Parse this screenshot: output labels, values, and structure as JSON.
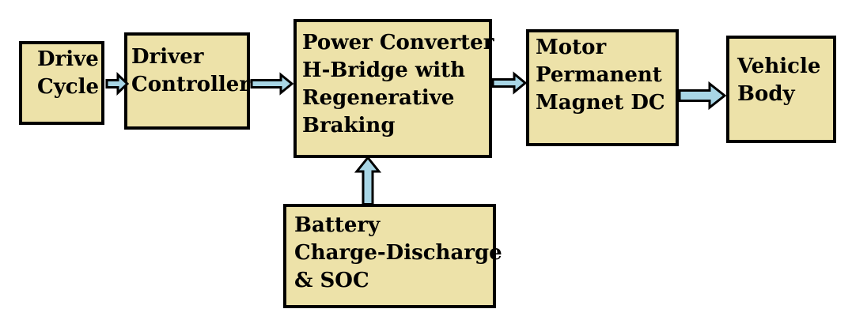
{
  "diagram": {
    "description": "Block diagram of an electric vehicle powertrain with regenerative braking",
    "colors": {
      "background": "#FFFFFF",
      "box_fill": "#EDE2A9",
      "box_border": "#000000",
      "arrow_fill": "#A8D6E6",
      "arrow_outline": "#000000",
      "text": "#000000"
    },
    "blocks": [
      {
        "name": "drive-cycle",
        "label": "Drive Cycle",
        "lines": [
          "Drive",
          "Cycle"
        ]
      },
      {
        "name": "driver-controller",
        "label": "Driver Controller",
        "lines": [
          "Driver",
          "Controller"
        ]
      },
      {
        "name": "power-converter",
        "label": "Power Converter H-Bridge with Regenerative Braking",
        "lines": [
          "Power Converter",
          "H-Bridge with",
          "Regenerative",
          "Braking"
        ]
      },
      {
        "name": "motor",
        "label": "Motor Permanent Magnet DC",
        "lines": [
          "Motor",
          "Permanent",
          "Magnet DC"
        ]
      },
      {
        "name": "vehicle-body",
        "label": "Vehicle Body",
        "lines": [
          "Vehicle",
          "Body"
        ]
      },
      {
        "name": "battery",
        "label": "Battery Charge-Discharge & SOC",
        "lines": [
          "Battery",
          "Charge-Discharge",
          "& SOC"
        ]
      }
    ],
    "connections": [
      {
        "from": "drive-cycle",
        "to": "driver-controller",
        "direction": "right"
      },
      {
        "from": "driver-controller",
        "to": "power-converter",
        "direction": "right"
      },
      {
        "from": "power-converter",
        "to": "motor",
        "direction": "right"
      },
      {
        "from": "motor",
        "to": "vehicle-body",
        "direction": "right"
      },
      {
        "from": "battery",
        "to": "power-converter",
        "direction": "up"
      }
    ]
  }
}
